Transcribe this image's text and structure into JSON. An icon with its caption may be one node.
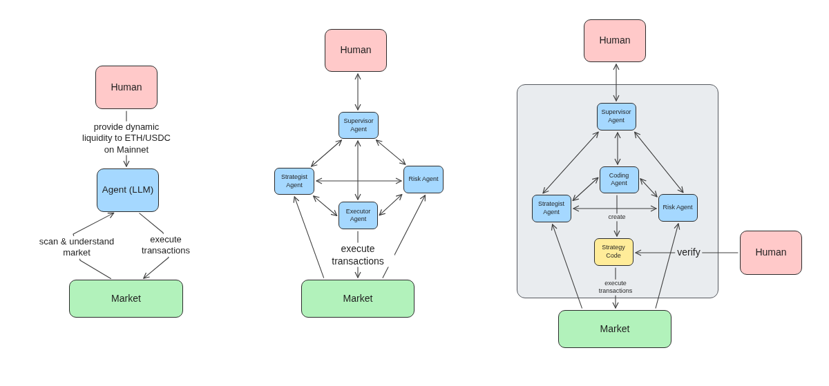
{
  "diagram": {
    "nodes": [
      {
        "text": [
          "Human"
        ]
      },
      {
        "text": [
          "Agent (LLM)"
        ]
      },
      {
        "text": [
          "Market"
        ]
      },
      {
        "text": [
          "Human"
        ]
      },
      {
        "text": [
          "Supervisor Agent"
        ]
      },
      {
        "text": [
          "Strategist Agent"
        ]
      },
      {
        "text": [
          "Risk Agent"
        ]
      },
      {
        "text": [
          "Executor Agent"
        ]
      },
      {
        "text": [
          "Market"
        ]
      },
      {
        "text": [
          "Human"
        ]
      },
      {
        "text": [],
        "shape": "box"
      },
      {
        "text": [
          "Supervisor Agent"
        ],
        "in": 10
      },
      {
        "text": [
          "Coding Agent"
        ],
        "in": 10
      },
      {
        "text": [
          "Strategist Agent"
        ],
        "in": 10
      },
      {
        "text": [
          "Risk Agent"
        ],
        "in": 10
      },
      {
        "text": [
          "Strategy Code"
        ],
        "in": 10
      },
      {
        "text": [
          "Human"
        ]
      },
      {
        "text": [
          "Market"
        ]
      }
    ],
    "edges": [
      {
        "from": 0,
        "to": 1,
        "arrow": "to",
        "label": "provide dynamic liquidity to ETH/USDC on Mainnet"
      },
      {
        "from": 2,
        "to": 1,
        "arrow": "to",
        "label": "scan & understand market"
      },
      {
        "from": 1,
        "to": 2,
        "arrow": "to",
        "label": "execute transactions"
      },
      {
        "from": 3,
        "to": 4,
        "arrow": "both"
      },
      {
        "from": 4,
        "to": 5,
        "arrow": "both"
      },
      {
        "from": 4,
        "to": 6,
        "arrow": "both"
      },
      {
        "from": 4,
        "to": 7,
        "arrow": "both"
      },
      {
        "from": 5,
        "to": 6,
        "arrow": "both"
      },
      {
        "from": 5,
        "to": 7,
        "arrow": "both"
      },
      {
        "from": 6,
        "to": 7,
        "arrow": "both"
      },
      {
        "from": 7,
        "to": 8,
        "arrow": "to",
        "label": "execute transactions"
      },
      {
        "from": 8,
        "to": 5,
        "arrow": "to"
      },
      {
        "from": 8,
        "to": 6,
        "arrow": "to"
      },
      {
        "from": 9,
        "to": 11,
        "arrow": "both"
      },
      {
        "from": 11,
        "to": 13,
        "arrow": "both"
      },
      {
        "from": 11,
        "to": 12,
        "arrow": "both"
      },
      {
        "from": 11,
        "to": 14,
        "arrow": "both"
      },
      {
        "from": 12,
        "to": 13,
        "arrow": "both"
      },
      {
        "from": 12,
        "to": 14,
        "arrow": "both"
      },
      {
        "from": 13,
        "to": 14,
        "arrow": "both"
      },
      {
        "from": 12,
        "to": 15,
        "arrow": "to",
        "label": "create"
      },
      {
        "from": 16,
        "to": 15,
        "arrow": "to",
        "label": "verify"
      },
      {
        "from": 15,
        "to": 17,
        "arrow": "to",
        "label": "execute transactions"
      },
      {
        "from": 17,
        "to": 13,
        "arrow": "to"
      },
      {
        "from": 17,
        "to": 14,
        "arrow": "to"
      }
    ]
  }
}
